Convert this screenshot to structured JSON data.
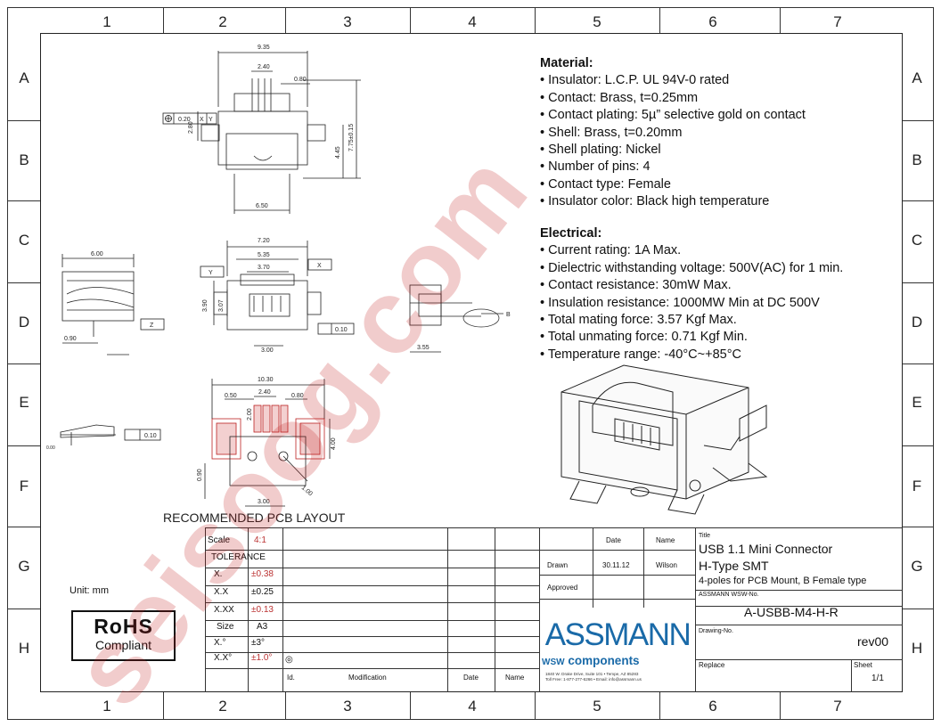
{
  "columns": [
    "1",
    "2",
    "3",
    "4",
    "5",
    "6",
    "7"
  ],
  "rows": [
    "A",
    "B",
    "C",
    "D",
    "E",
    "F",
    "G",
    "H"
  ],
  "material": {
    "heading": "Material:",
    "items": [
      "Insulator: L.C.P. UL 94V-0 rated",
      "Contact: Brass, t=0.25mm",
      "Contact plating: 5µ” selective gold on contact",
      "Shell: Brass, t=0.20mm",
      "Shell plating: Nickel",
      "Number of pins: 4",
      "Contact type: Female",
      "Insulator color: Black high temperature"
    ]
  },
  "electrical": {
    "heading": "Electrical:",
    "items": [
      "Current rating: 1A Max.",
      "Dielectric withstanding voltage: 500V(AC) for 1 min.",
      "Contact resistance: 30mW Max.",
      "Insulation resistance: 1000MW Min at DC 500V",
      "Total mating force: 3.57 Kgf Max.",
      "Total unmating force: 0.71 Kgf Min.",
      "Temperature range: -40°C~+85°C"
    ]
  },
  "drawing": {
    "pcb_caption": "RECOMMENDED PCB LAYOUT",
    "unit": "Unit: mm",
    "rohs_title": "RoHS",
    "rohs_sub": "Compliant",
    "dims_top": {
      "w935": "9.35",
      "w240": "2.40",
      "w080": "0.80",
      "h280": "2.80",
      "h445": "4.45",
      "h775": "7.75±0.15",
      "w650": "6.50",
      "tol": "0.20",
      "x": "X",
      "y": "Y"
    },
    "dims_front": {
      "w720": "7.20",
      "w535": "5.35",
      "w370": "3.70",
      "h390": "3.90",
      "h307": "3.07",
      "w300": "3.00",
      "flat": "0.10",
      "lx": "X",
      "ly": "Y"
    },
    "dims_side": {
      "w600": "6.00",
      "w090": "0.90",
      "lz": "Z"
    },
    "dims_right": {
      "w355": "3.55",
      "lb": "B"
    },
    "dims_pcb": {
      "w1030": "10.30",
      "w050": "0.50",
      "w240": "2.40",
      "w080": "0.80",
      "h200": "2.00",
      "h400": "4.00",
      "h090": "0.90",
      "w300": "3.00",
      "hole": "1.00"
    },
    "dims_small": {
      "flat": "0.10",
      "note": "0.00"
    }
  },
  "titleblock": {
    "scale_label": "Scale",
    "scale_value": "4:1",
    "tolerance_label": "TOLERANCE",
    "tol_rows": [
      {
        "k": "X.",
        "v": "±0.38"
      },
      {
        "k": "X.X",
        "v": "±0.25"
      },
      {
        "k": "X.XX",
        "v": "±0.13"
      }
    ],
    "size_label": "Size",
    "size_value": "A3",
    "ang_rows": [
      {
        "k": "X.°",
        "v": "±3°"
      },
      {
        "k": "X.X°",
        "v": "±1.0°"
      }
    ],
    "id_label": "Id.",
    "mod_label": "Modification",
    "date_label": "Date",
    "name_label": "Name",
    "date_hdr": "Date",
    "name_hdr": "Name",
    "drawn_label": "Drawn",
    "drawn_date": "30.11.12",
    "drawn_name": "Wilson",
    "approved_label": "Approved",
    "brand": "ASSMANN",
    "brand_sub": "components",
    "brand_wsw": "WSW",
    "address1": "1840 W. Drake Drive, Suite 101 • Tempe, AZ 85283",
    "address2": "Toll Free: 1-877-277-6266 • Email: info@assmann.us",
    "title_label": "Title",
    "title1": "USB 1.1 Mini Connector",
    "title2": "H-Type SMT",
    "title3": "4-poles for PCB Mount, B Female type",
    "partno_label": "ASSMANN WSW-No.",
    "partno": "A-USBB-M4-H-R",
    "drawingno_label": "Drawing-No.",
    "rev": "rev00",
    "replace_label": "Replace",
    "sheet_label": "Sheet",
    "sheet_value": "1/1"
  },
  "watermark": "seisoog.com"
}
